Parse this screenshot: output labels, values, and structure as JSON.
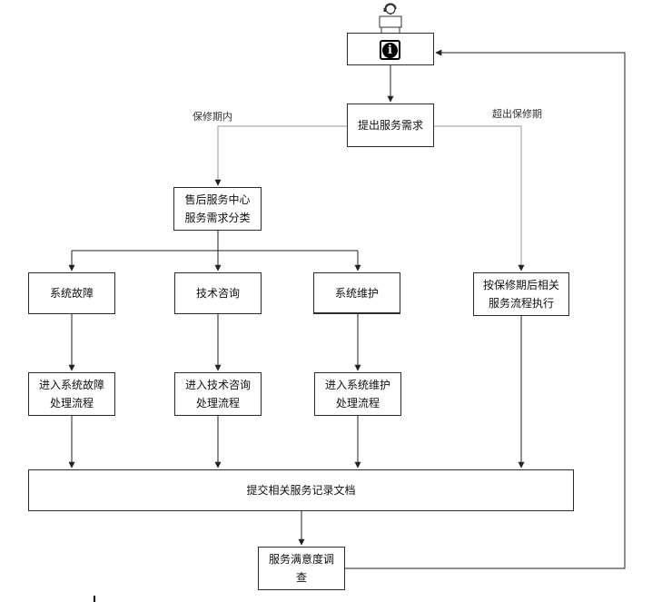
{
  "diagram": {
    "nodes": {
      "start": "",
      "request": "提出服务需求",
      "center": "售后服务中心\n服务需求分类",
      "fault": "系统故障",
      "consult": "技术咨询",
      "maintain": "系统维护",
      "out_of_warranty": "按保修期后相关\n服务流程执行",
      "fault_flow": "进入系统故障\n处理流程",
      "consult_flow": "进入技术咨询\n处理流程",
      "maintain_flow": "进入系统维护\n处理流程",
      "submit": "提交相关服务记录文档",
      "survey": "服务满意度调\n查"
    },
    "edge_labels": {
      "in_warranty": "保修期内",
      "beyond_warranty": "超出保修期"
    },
    "icons": {
      "top_figure": "user-headset-icon",
      "info": "info-icon"
    },
    "colors": {
      "line": "#222222",
      "border": "#2b2b2b",
      "text": "#111111"
    }
  }
}
